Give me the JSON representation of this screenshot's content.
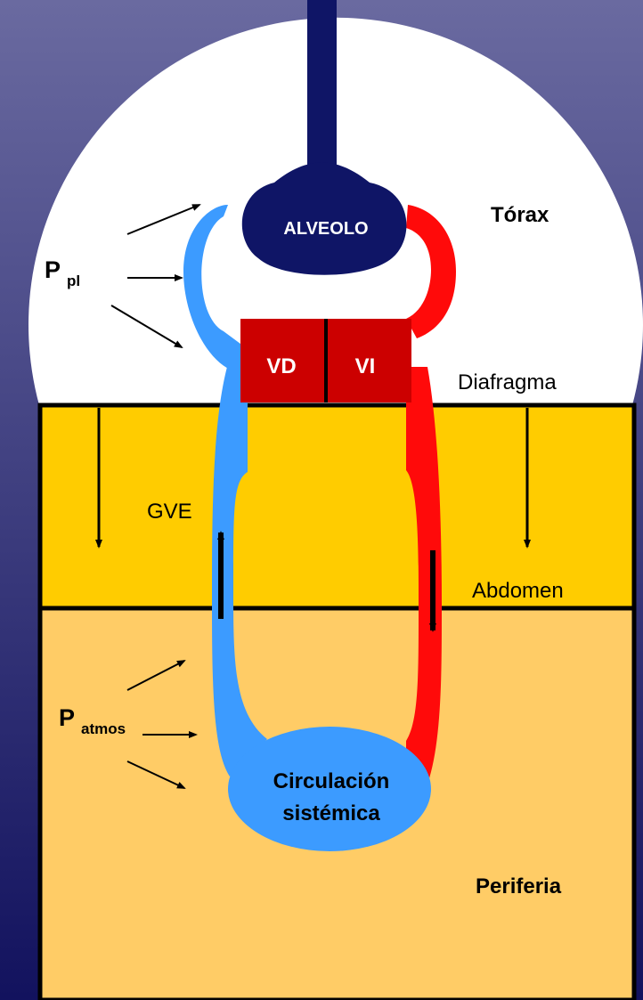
{
  "labels": {
    "torax": "Tórax",
    "alveolo": "ALVEOLO",
    "ppl_main": "P",
    "ppl_sub": "pl",
    "vd": "VD",
    "vi": "VI",
    "diafragma": "Diafragma",
    "gve": "GVE",
    "abdomen": "Abdomen",
    "patmos_main": "P",
    "patmos_sub": "atmos",
    "circulacion_line1": "Circulación",
    "circulacion_line2": "sistémica",
    "periferia": "Periferia"
  },
  "colors": {
    "background_top": "#6a6aa0",
    "background_bottom": "#12125e",
    "thorax_fill": "#ffffff",
    "airway": "#0f1566",
    "venous_blue": "#3c9bff",
    "arterial_red": "#ff0a0a",
    "heart": "#cc0000",
    "abdomen_fill": "#ffcc00",
    "periphery_fill": "#ffcc66"
  }
}
